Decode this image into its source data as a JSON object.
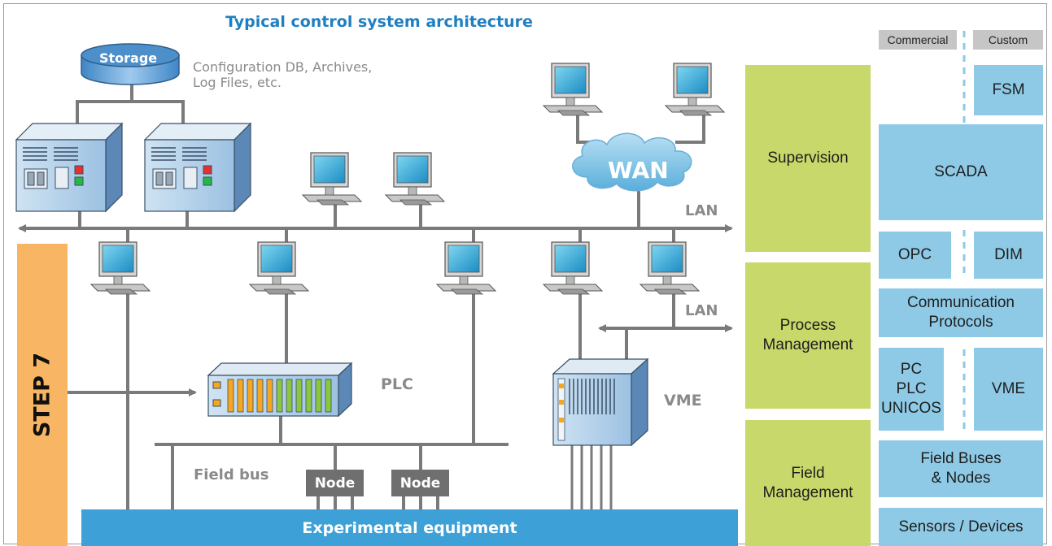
{
  "title": "Typical control system architecture",
  "storage": {
    "label": "Storage",
    "caption_line1": "Configuration DB, Archives,",
    "caption_line2": "Log Files, etc."
  },
  "wan_label": "WAN",
  "lan_top_label": "LAN",
  "lan_right_label": "LAN",
  "plc_label": "PLC",
  "vme_label": "VME",
  "field_bus_label": "Field bus",
  "nodes": [
    "Node",
    "Node"
  ],
  "experimental_label": "Experimental equipment",
  "step7_label": "STEP 7",
  "layers": {
    "supervision": "Supervision",
    "process": [
      "Process",
      "Management"
    ],
    "field": [
      "Field",
      "Management"
    ]
  },
  "stack": {
    "commercial": "Commercial",
    "custom": "Custom",
    "fsm": "FSM",
    "scada": "SCADA",
    "opc": "OPC",
    "dim": "DIM",
    "comm": [
      "Communication",
      "Protocols"
    ],
    "pc_plc": [
      "PC",
      "PLC",
      "UNICOS"
    ],
    "vme": "VME",
    "fieldbuses": [
      "Field Buses",
      "& Nodes"
    ],
    "sensors": "Sensors / Devices"
  },
  "colors": {
    "title": "#1f7fc0",
    "layer_green": "#c8d86a",
    "stack_blue": "#8ecae6",
    "step7_orange": "#f8b564",
    "experimental_blue": "#3da0d6",
    "line_gray": "#7a7a7a",
    "node_gray": "#6f6f6f"
  }
}
